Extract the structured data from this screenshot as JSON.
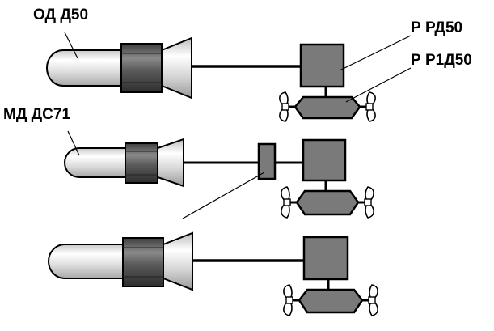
{
  "labels": {
    "main_engine": "ОД Д50",
    "aux_engine": "МД ДС71",
    "reducer": "Р РД50",
    "reverse_reducer": "Р Р1Д50"
  },
  "colors": {
    "outline": "#000000",
    "unit_fill": "#7a7a7a",
    "engine_body": "#e6e6e6",
    "engine_highlight": "#ffffff",
    "engine_shade": "#b0b0b0",
    "coupling_dark": "#3a3a3a",
    "background": "#ffffff"
  }
}
